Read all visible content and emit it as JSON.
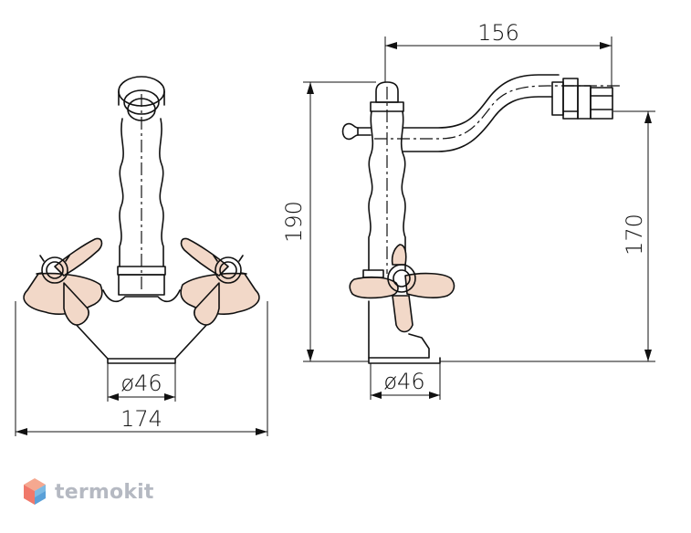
{
  "dimensions": {
    "front_width": "174",
    "front_base_diameter": "ø46",
    "side_reach": "156",
    "side_total_height": "190",
    "side_outlet_height": "170",
    "side_base_diameter": "ø46"
  },
  "brand": {
    "name": "termokit",
    "logo_colors": [
      "#f0786a",
      "#f5a890",
      "#8cc4e8",
      "#5aa0d8"
    ]
  }
}
